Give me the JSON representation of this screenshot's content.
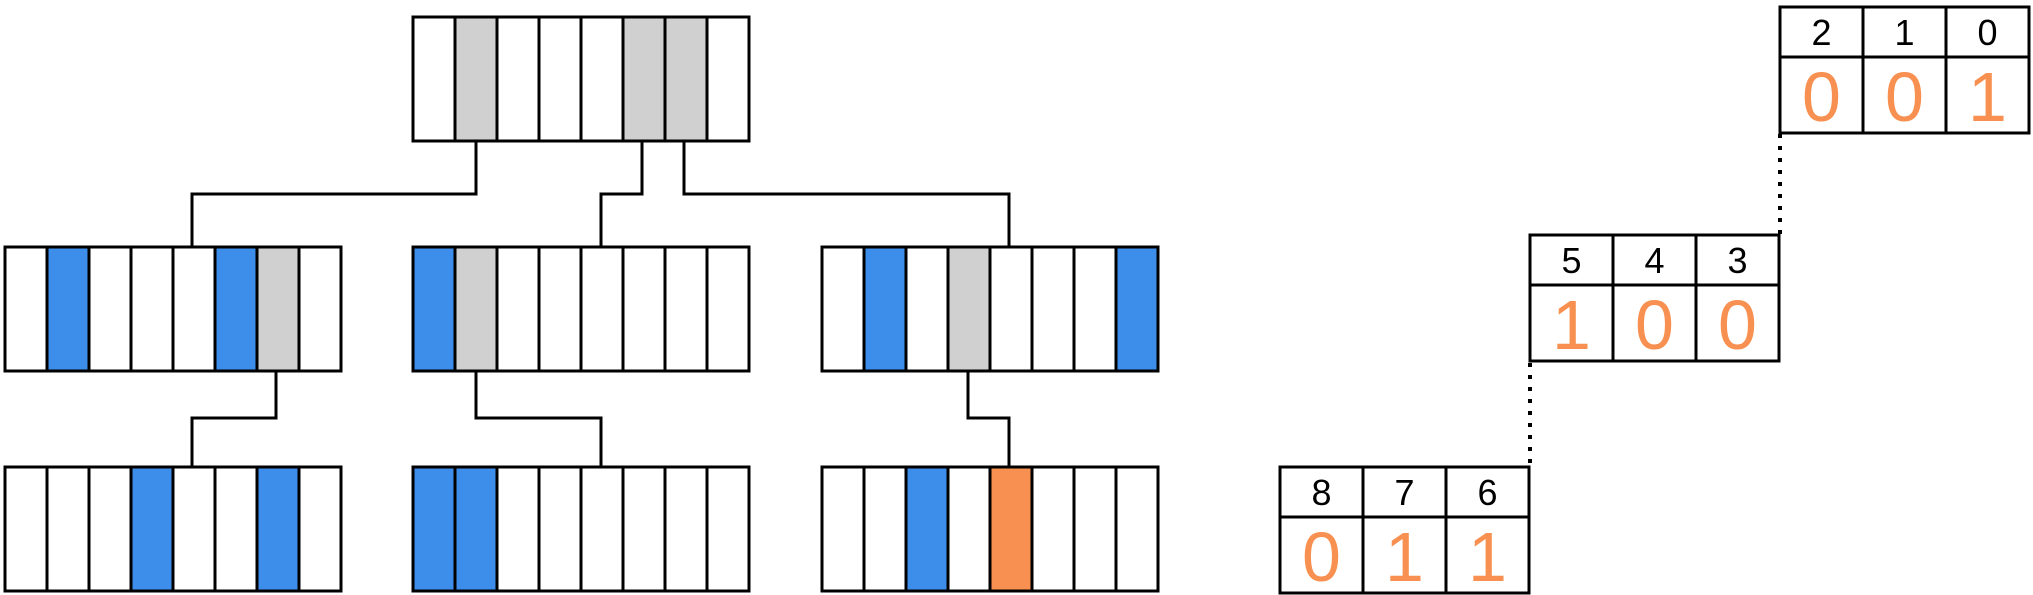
{
  "colors": {
    "empty": "#ffffff",
    "gray": "#d0d0d0",
    "blue": "#3d8eea",
    "orange": "#f79050",
    "line": "#000000"
  },
  "tree": {
    "root": [
      "empty",
      "gray",
      "empty",
      "empty",
      "empty",
      "gray",
      "gray",
      "empty"
    ],
    "level1": [
      [
        "empty",
        "blue",
        "empty",
        "empty",
        "empty",
        "blue",
        "gray",
        "empty"
      ],
      [
        "blue",
        "gray",
        "empty",
        "empty",
        "empty",
        "empty",
        "empty",
        "empty"
      ],
      [
        "empty",
        "blue",
        "empty",
        "gray",
        "empty",
        "empty",
        "empty",
        "blue"
      ]
    ],
    "level2": [
      [
        "empty",
        "empty",
        "empty",
        "blue",
        "empty",
        "empty",
        "blue",
        "empty"
      ],
      [
        "blue",
        "blue",
        "empty",
        "empty",
        "empty",
        "empty",
        "empty",
        "empty"
      ],
      [
        "empty",
        "empty",
        "blue",
        "empty",
        "orange",
        "empty",
        "empty",
        "empty"
      ]
    ]
  },
  "bit_tables": [
    {
      "indices": [
        "2",
        "1",
        "0"
      ],
      "bits": [
        "0",
        "0",
        "1"
      ]
    },
    {
      "indices": [
        "5",
        "4",
        "3"
      ],
      "bits": [
        "1",
        "0",
        "0"
      ]
    },
    {
      "indices": [
        "8",
        "7",
        "6"
      ],
      "bits": [
        "0",
        "1",
        "1"
      ]
    }
  ]
}
